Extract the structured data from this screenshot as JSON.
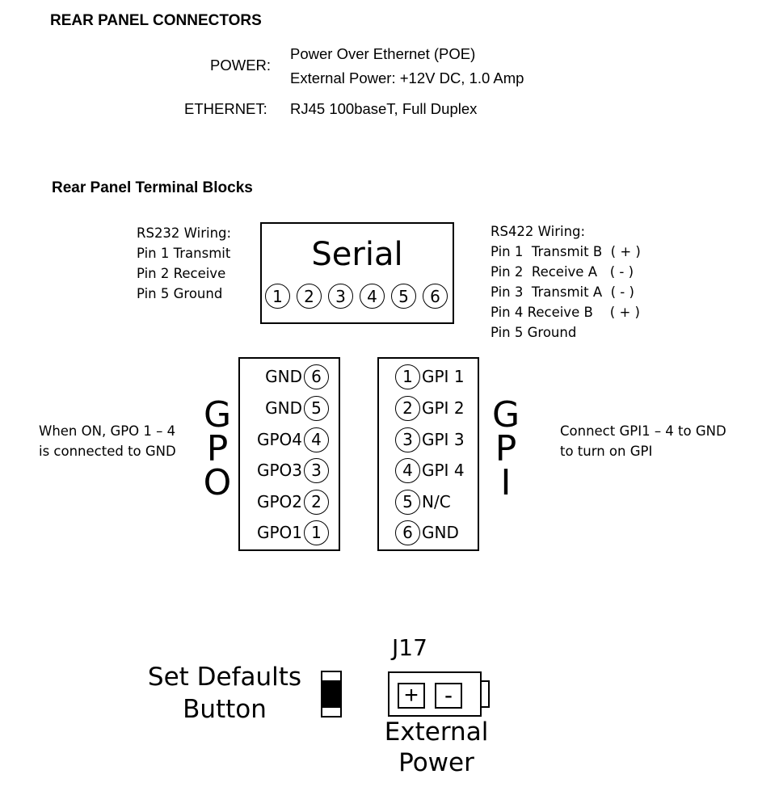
{
  "connectors": {
    "heading": "REAR PANEL CONNECTORS",
    "power_label": "POWER:",
    "power_line1": "Power Over Ethernet (POE)",
    "power_line2": "External Power:  +12V DC,  1.0 Amp",
    "ethernet_label": "ETHERNET:",
    "ethernet_value": "RJ45 100baseT, Full Duplex"
  },
  "terminal_blocks": {
    "heading": "Rear Panel Terminal Blocks"
  },
  "rs232": {
    "title": "RS232 Wiring:",
    "lines": [
      "Pin 1  Transmit",
      "Pin 2  Receive",
      "Pin 5 Ground"
    ]
  },
  "rs422": {
    "title": "RS422 Wiring:",
    "lines": [
      "Pin 1  Transmit B  ( + )",
      "Pin 2  Receive A   ( - )",
      "Pin 3  Transmit A  ( - )",
      "Pin 4 Receive B    ( + )",
      "Pin 5 Ground"
    ]
  },
  "serial": {
    "label": "Serial",
    "pins": [
      "1",
      "2",
      "3",
      "4",
      "5",
      "6"
    ]
  },
  "gpo": {
    "letters": [
      "G",
      "P",
      "O"
    ],
    "rows": [
      {
        "label": "GND",
        "pin": "6"
      },
      {
        "label": "GND",
        "pin": "5"
      },
      {
        "label": "GPO4",
        "pin": "4"
      },
      {
        "label": "GPO3",
        "pin": "3"
      },
      {
        "label": "GPO2",
        "pin": "2"
      },
      {
        "label": "GPO1",
        "pin": "1"
      }
    ],
    "note_line1": "When ON, GPO 1 – 4",
    "note_line2": "is connected to GND"
  },
  "gpi": {
    "letters": [
      "G",
      "P",
      "I"
    ],
    "rows": [
      {
        "label": "GPI 1",
        "pin": "1"
      },
      {
        "label": "GPI 2",
        "pin": "2"
      },
      {
        "label": "GPI 3",
        "pin": "3"
      },
      {
        "label": "GPI 4",
        "pin": "4"
      },
      {
        "label": "N/C",
        "pin": "5"
      },
      {
        "label": "GND",
        "pin": "6"
      }
    ],
    "note_line1": "Connect GPI1 – 4 to GND",
    "note_line2": "to turn on GPI"
  },
  "set_defaults": {
    "line1": "Set Defaults",
    "line2": "Button"
  },
  "j17": {
    "label": "J17",
    "plus": "+",
    "minus": "-",
    "line1": "External",
    "line2": "Power"
  }
}
